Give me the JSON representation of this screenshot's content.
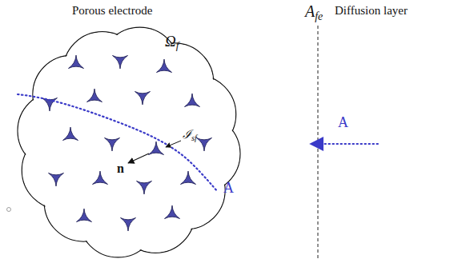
{
  "diagram": {
    "labels": [
      "Porous electrode",
      "Afe",
      "Diffusion layer",
      "Ωf",
      "ℐsf",
      "n",
      "A",
      "A"
    ]
  }
}
